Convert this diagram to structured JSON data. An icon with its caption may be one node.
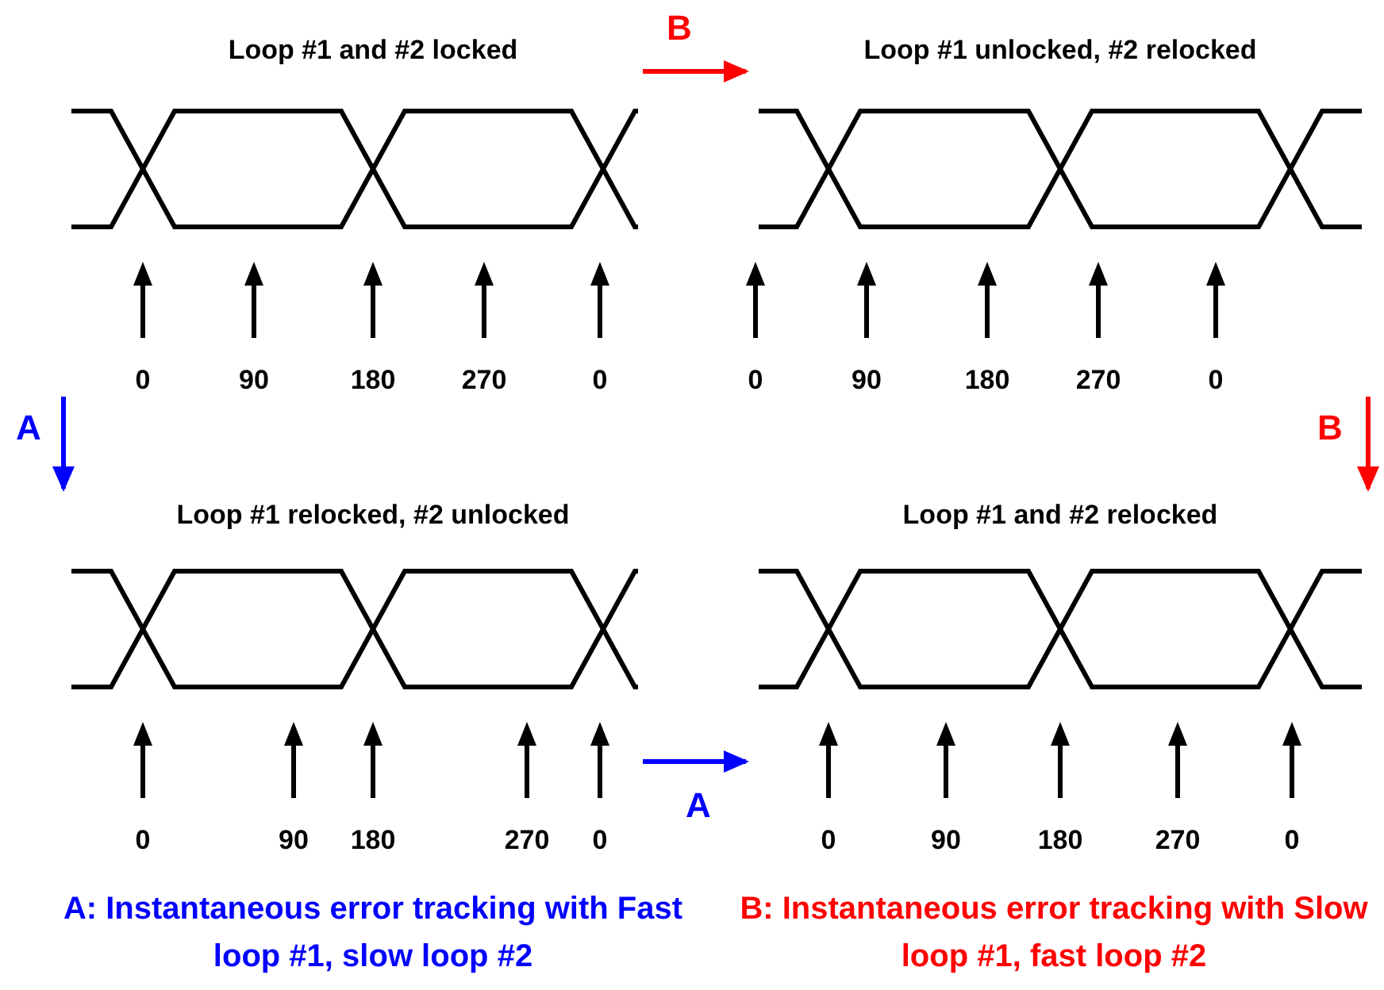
{
  "diagram": {
    "nodes": [
      {
        "text": [
          "Loop #1 and #2 locked"
        ]
      },
      {
        "text": [
          "Loop #1 unlocked, #2 relocked"
        ]
      },
      {
        "text": [
          "Loop #1 relocked, #2 unlocked"
        ]
      },
      {
        "text": [
          "Loop #1 and #2 relocked"
        ]
      }
    ],
    "edges": [
      {
        "from": 0,
        "to": 1,
        "arrow": "to",
        "label": "B",
        "color": "#ff0000"
      },
      {
        "from": 0,
        "to": 2,
        "arrow": "to",
        "label": "A",
        "color": "#0000ff"
      },
      {
        "from": 1,
        "to": 3,
        "arrow": "to",
        "label": "B",
        "color": "#ff0000"
      },
      {
        "from": 2,
        "to": 3,
        "arrow": "to",
        "label": "A",
        "color": "#0000ff"
      }
    ],
    "labels": [
      "0",
      "90",
      "180",
      "270",
      "0",
      "0",
      "90",
      "180",
      "270",
      "0",
      "0",
      "90",
      "180",
      "270",
      "0",
      "0",
      "90",
      "180",
      "270",
      "0",
      "A: Instantaneous error tracking with Fast loop #1, slow loop #2",
      "B: Instantaneous error tracking with Slow loop #1, fast loop #2"
    ]
  }
}
